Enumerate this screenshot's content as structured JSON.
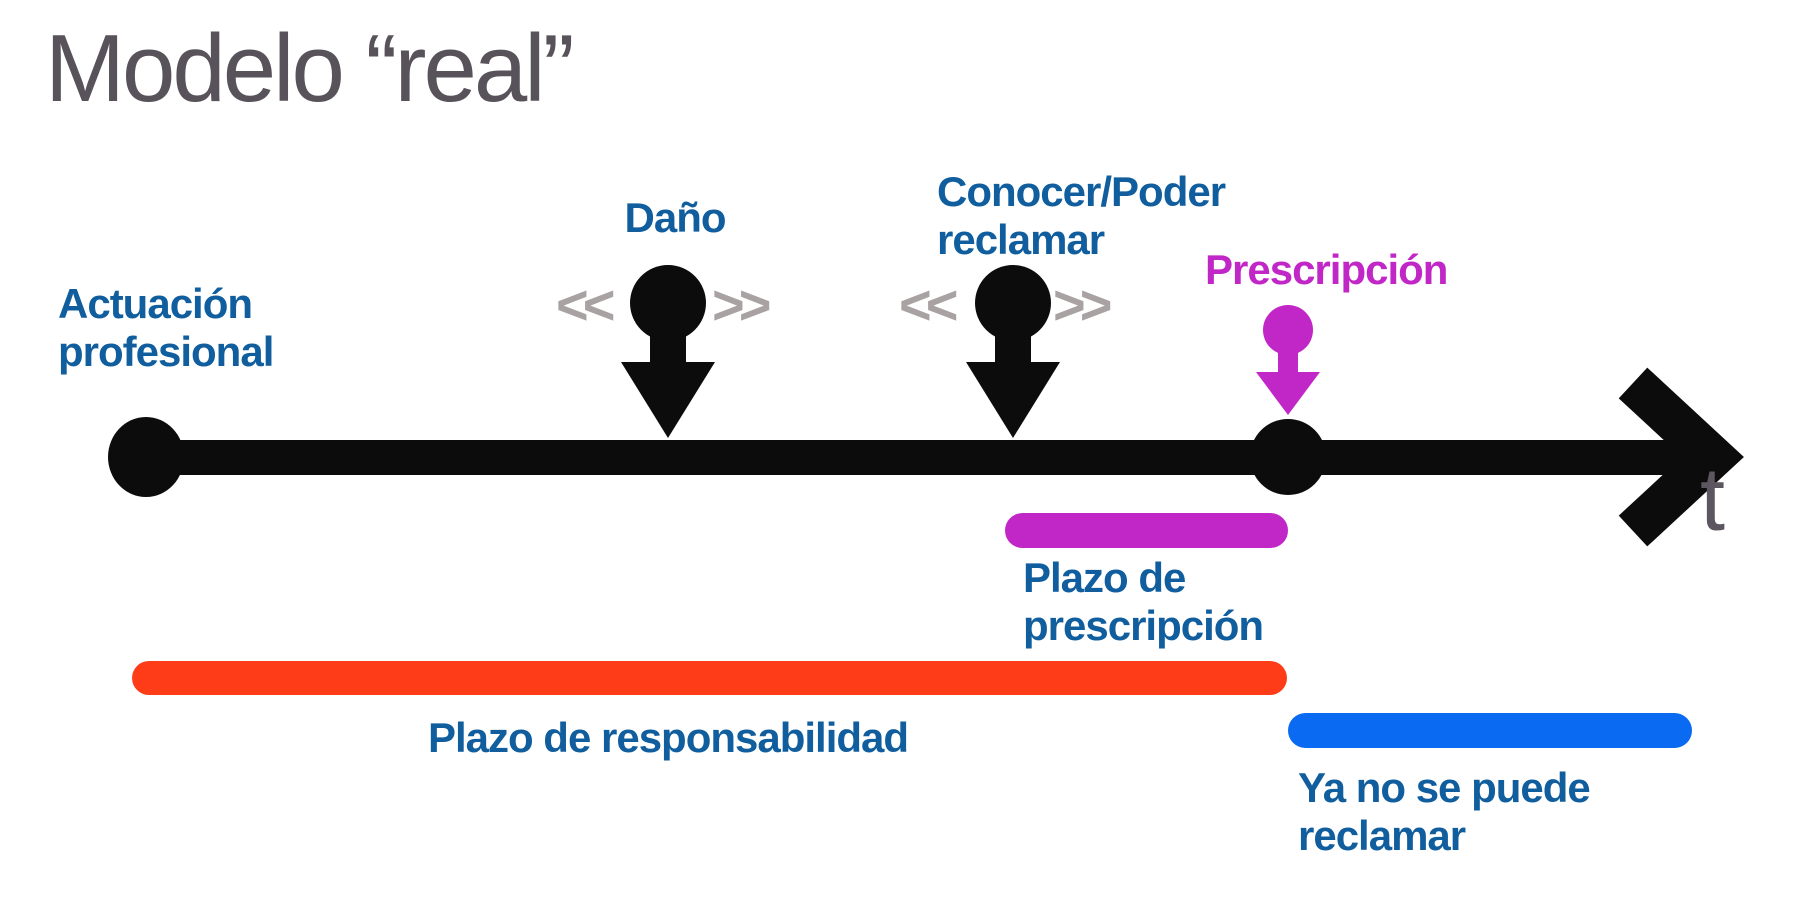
{
  "title": "Modelo “real”",
  "colors": {
    "title_gray": "#58535b",
    "label_blue": "#115e9e",
    "magenta": "#c127c7",
    "orange": "#fe3d18",
    "bar_blue": "#0a6af2",
    "black": "#0d0c0c",
    "chevron_gray": "#a8a2a2",
    "axis_gray": "#5b5660"
  },
  "timeline": {
    "axis_label": "t",
    "events": {
      "actuacion": {
        "label": "Actuación\nprofesional"
      },
      "dano": {
        "label": "Daño",
        "chevron_left": "<<",
        "chevron_right": ">>"
      },
      "conocer": {
        "label": "Conocer/Poder\nreclamar",
        "chevron_left": "<<",
        "chevron_right": ">>"
      },
      "prescripcion": {
        "label": "Prescripción"
      }
    }
  },
  "bars": {
    "prescripcion": {
      "label": "Plazo de\nprescripción",
      "color": "#c127c7"
    },
    "responsabilidad": {
      "label": "Plazo de responsabilidad",
      "color": "#fe3d18"
    },
    "no_reclamar": {
      "label": "Ya no se puede\nreclamar",
      "color": "#0a6af2"
    }
  }
}
